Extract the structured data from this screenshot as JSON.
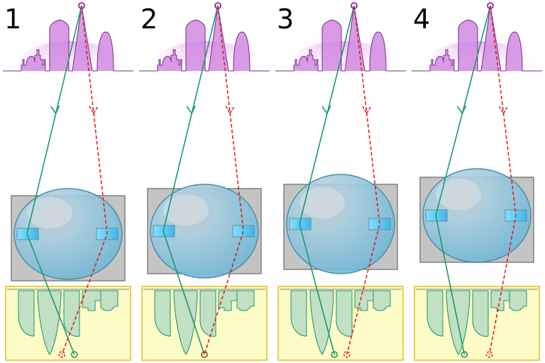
{
  "panels": [
    {
      "number": "1",
      "green_spot": 0.55,
      "red_spot": 0.45
    },
    {
      "number": "2",
      "green_spot": 0.5,
      "red_spot": 0.5
    },
    {
      "number": "3",
      "green_spot": 0.45,
      "red_spot": 0.55
    },
    {
      "number": "4",
      "green_spot": 0.4,
      "red_spot": 0.6
    }
  ],
  "colors": {
    "ray_solid": "#1a9a70",
    "ray_dashed": "#e02020",
    "skyline_fill": "#d08be0",
    "skyline_stroke": "#7a2a8a",
    "source_point": "#9020a0",
    "lens_fill": "#8ecfe6",
    "lens_stroke": "#4f8ea8",
    "bracket_fill": "#c4c4c4",
    "bracket_stroke": "#808080",
    "retina_fill": "#fdfbc6",
    "retina_stroke": "#e0c020",
    "image_solid_fill": "#b7e4c7",
    "image_dashed_fill": "#f6c0b0"
  },
  "icons": [
    "skyline-object",
    "eye-lens",
    "retina-screen"
  ]
}
